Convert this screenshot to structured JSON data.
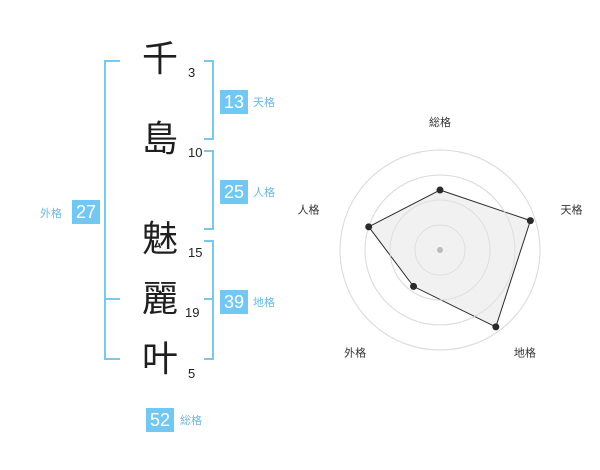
{
  "name_chars": [
    {
      "char": "千",
      "strokes": "3"
    },
    {
      "char": "島",
      "strokes": "10"
    },
    {
      "char": "魅",
      "strokes": "15"
    },
    {
      "char": "麗",
      "strokes": "19"
    },
    {
      "char": "叶",
      "strokes": "5"
    }
  ],
  "fortunes": {
    "ten": {
      "value": "13",
      "label": "天格"
    },
    "jin": {
      "value": "25",
      "label": "人格"
    },
    "chi": {
      "value": "39",
      "label": "地格"
    },
    "gai": {
      "value": "27",
      "label": "外格"
    },
    "sou": {
      "value": "52",
      "label": "総格"
    }
  },
  "chart_data": {
    "type": "radar",
    "axes": [
      "総格",
      "天格",
      "地格",
      "外格",
      "人格"
    ],
    "values": [
      0.6,
      0.95,
      0.95,
      0.45,
      0.75
    ],
    "max": 1,
    "rings": 4,
    "colors": {
      "fill": "#efefef",
      "stroke": "#2a2a2a",
      "grid": "#dcdcdc",
      "center_dot": "#bbbbbb"
    }
  },
  "colors": {
    "accent": "#73c8f3",
    "bracket": "#7cc7ee"
  }
}
